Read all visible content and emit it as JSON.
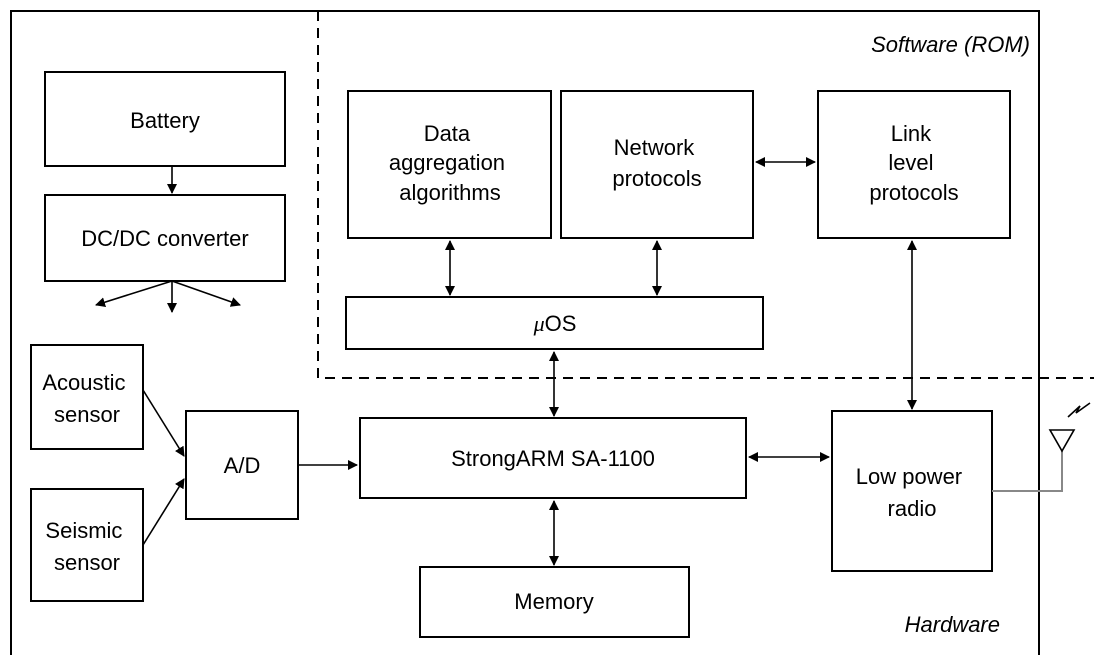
{
  "regions": {
    "software": "Software (ROM)",
    "hardware": "Hardware"
  },
  "blocks": {
    "battery": [
      "Battery"
    ],
    "dcdc": [
      "DC/DC converter"
    ],
    "aggregation": [
      "Data",
      "aggregation",
      "algorithms"
    ],
    "network": [
      "Network",
      "protocols"
    ],
    "link": [
      "Link",
      "level",
      "protocols"
    ],
    "uos": {
      "prefix": "μ",
      "text": "OS"
    },
    "acoustic": [
      "Acoustic",
      "sensor"
    ],
    "seismic": [
      "Seismic",
      "sensor"
    ],
    "ad": [
      "A/D"
    ],
    "cpu": [
      "StrongARM SA-1100"
    ],
    "radio": [
      "Low power",
      "radio"
    ],
    "memory": [
      "Memory"
    ]
  }
}
